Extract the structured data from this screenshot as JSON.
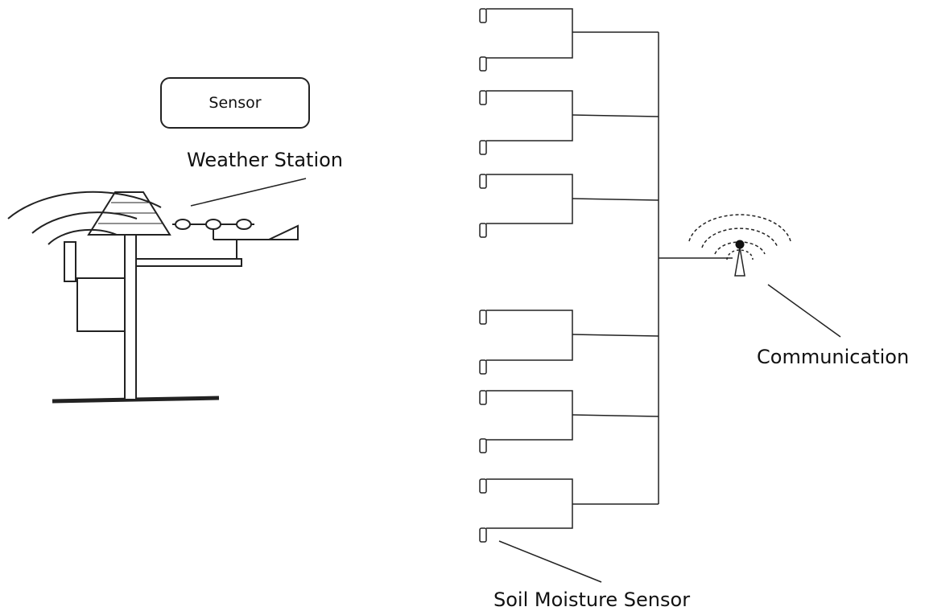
{
  "labels": {
    "sensor": "Sensor",
    "weather_station": "Weather Station",
    "communication": "Communication",
    "soil_moisture_sensor": "Soil Moisture Sensor"
  },
  "colors": {
    "stroke": "#222222",
    "background": "#ffffff"
  }
}
